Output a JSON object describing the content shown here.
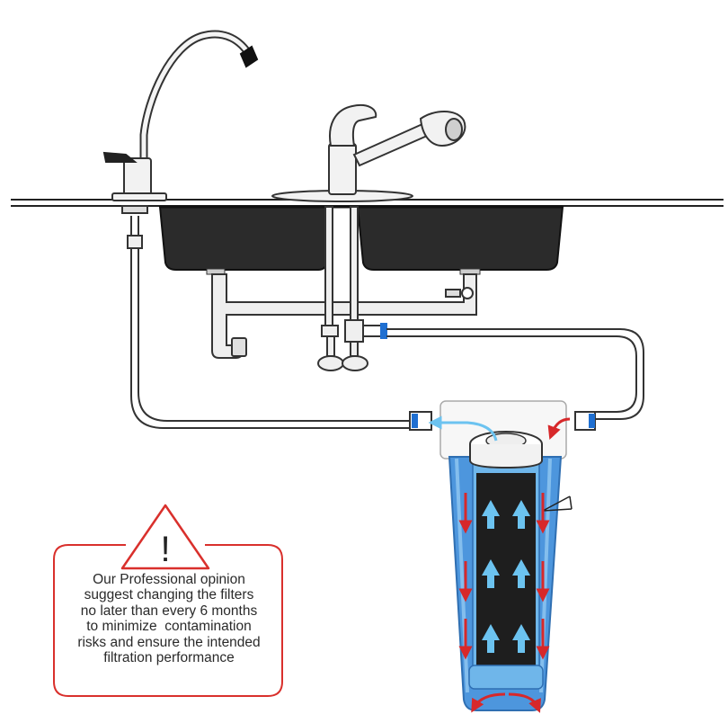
{
  "warning": {
    "symbol": "!",
    "lines": [
      "Our Professional opinion",
      "suggest changing the filters",
      "no later than every 6 months",
      "to minimize  contamination",
      "risks and ensure the intended",
      "filtration performance"
    ],
    "border_color": "#d9302c"
  },
  "colors": {
    "outline": "#222222",
    "sink": "#2b2b2b",
    "fixture": "#e6e6e6",
    "water": "#5aa0e0",
    "flow_down": "#d7282a",
    "flow_up": "#6cc3f0",
    "connector": "#1f6fd1",
    "cartridge": "#1e1e1e"
  },
  "icons": [
    "faucet-icon",
    "sink-icon",
    "filter-housing-icon",
    "warning-triangle-icon"
  ]
}
